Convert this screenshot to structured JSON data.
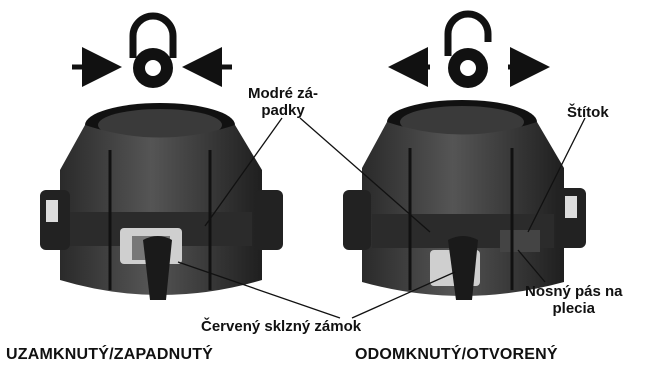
{
  "labels": {
    "blue_latches_line1": "Modré zá-",
    "blue_latches_line2": "padky",
    "tag": "Štítok",
    "red_sliding_lock": "Červený sklzný zámok",
    "shoulder_strap_line1": "Nosný pás na",
    "shoulder_strap_line2": "plecia"
  },
  "captions": {
    "locked": "UZAMKNUTÝ/ZAPADNUTÝ",
    "unlocked": "ODOMKNUTÝ/OTVORENÝ"
  },
  "icons": {
    "left": "padlock-closed-icon",
    "right": "padlock-open-icon"
  }
}
